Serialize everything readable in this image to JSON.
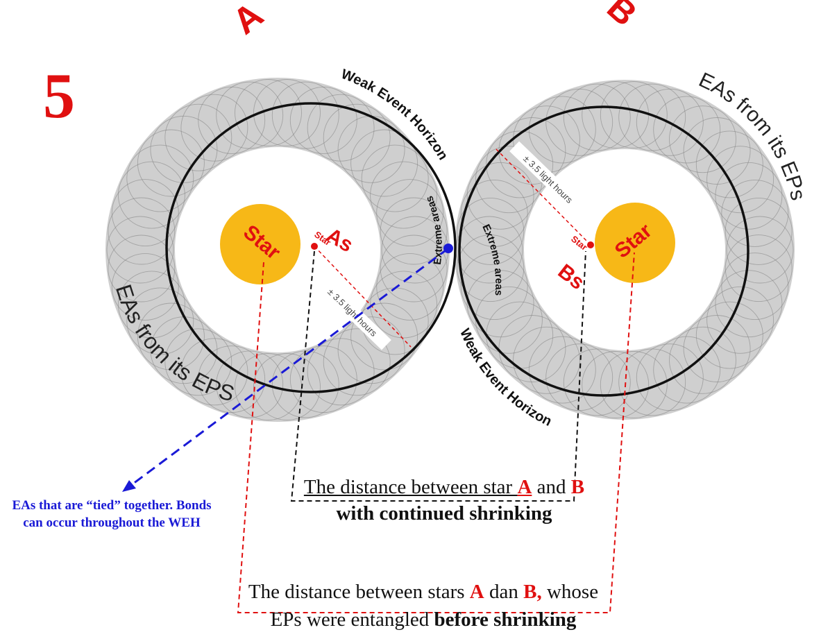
{
  "figure_number": "5",
  "corner_labels": {
    "a": "A",
    "b": "B"
  },
  "ring_a": {
    "star_label": "Star",
    "small_star_id": "As",
    "small_star_label": "Star",
    "distance_label": "± 3.5 light hours",
    "horizon_label": "Weak Event Horizon",
    "eas_label": "EAs from its EPS",
    "extreme_label": "Extreme areas"
  },
  "ring_b": {
    "star_label": "Star",
    "small_star_id": "Bs",
    "small_star_label": "Star",
    "distance_label": "± 3.5 light hours",
    "horizon_label": "Weak Event Horizon",
    "eas_label": "EAs from its EPs",
    "extreme_label": "Extreme areas"
  },
  "caption_blue": "EAs that are “tied” together. Bonds can occur throughout the WEH",
  "caption_mid": {
    "line1_pre": "The distance between star ",
    "star_a": "A",
    "line1_and": " and ",
    "star_b": "B",
    "line2": "with continued shrinking"
  },
  "caption_bottom": {
    "line1_pre": "The distance between stars ",
    "star_a": "A",
    "line1_dan": " dan ",
    "star_b": "B,",
    "line1_post": " whose",
    "line2_pre": "EPs were entangled ",
    "line2_bold": "before shrinking"
  },
  "colors": {
    "red": "#e01010",
    "blue": "#1a1ad6",
    "star_fill": "#f7b817",
    "ring_gray": "#7f7f7f",
    "horizon_black": "#111111"
  }
}
